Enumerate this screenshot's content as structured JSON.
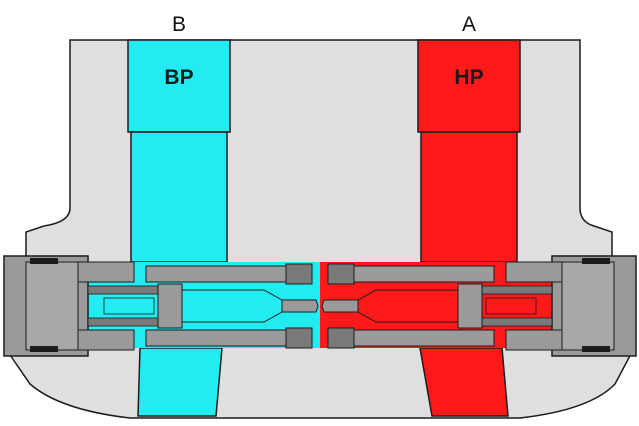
{
  "ports": {
    "left": {
      "letter": "B",
      "tag": "BP",
      "fill_color": "#22ecf2"
    },
    "right": {
      "letter": "A",
      "tag": "HP",
      "fill_color": "#ff1a1a"
    }
  },
  "colors": {
    "body": "#dfdfdf",
    "metal": "#9a9a9a",
    "metal_dark": "#7a7a7a",
    "outline": "#1c1c1c",
    "background": "#ffffff"
  }
}
